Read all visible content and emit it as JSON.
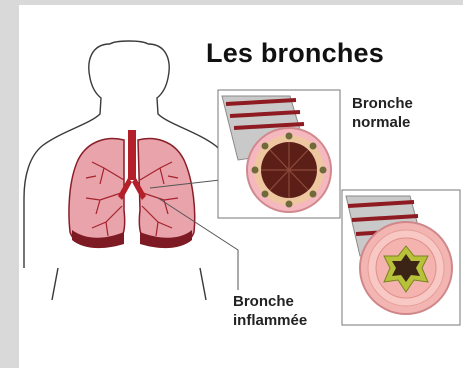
{
  "title": "Les bronches",
  "labels": {
    "normal_line1": "Bronche",
    "normal_line2": "normale",
    "inflamed_line1": "Bronche",
    "inflamed_line2": "inflammée"
  },
  "colors": {
    "background": "#d9d9d9",
    "panel": "#ffffff",
    "lung": "#e9a3ab",
    "trachea": "#b3202a",
    "lumen": "#5c1f18",
    "inflamed_wall": "#f3b5b1",
    "swollen_lining": "#b7c13a"
  }
}
